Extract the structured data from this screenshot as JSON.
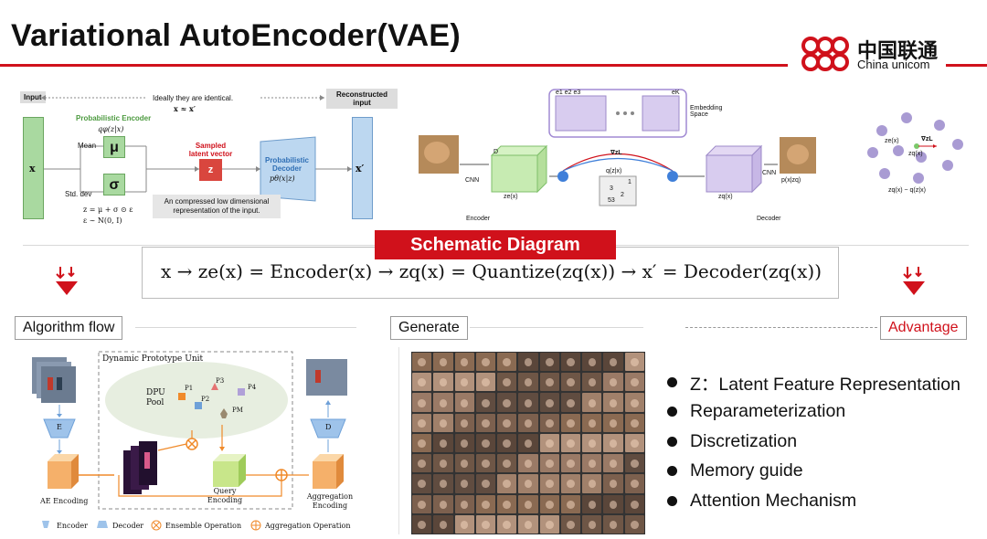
{
  "slide_title": "Variational AutoEncoder(VAE)",
  "logo": {
    "cn": "中国联通",
    "en": "China unicom"
  },
  "vae_diagram": {
    "input_label": "Input",
    "reconstructed_label": "Reconstructed input",
    "identical_note": "Ideally they are identical.",
    "identical_formula": "x ≈ x′",
    "encoder_title": "Probabilistic Encoder",
    "encoder_formula": "qφ(z|x)",
    "mean_label": "Mean",
    "std_label": "Std. dev",
    "mu_symbol": "μ",
    "sigma_symbol": "σ",
    "x_symbol": "x",
    "x_prime_symbol": "x′",
    "z_symbol": "z",
    "sampled_label": "Sampled latent vector",
    "decoder_title": "Probabilistic Decoder",
    "decoder_formula": "pθ(x|z)",
    "z_formula": "z = μ + σ ⊙ ε",
    "eps_formula": "ε ∼ N(0, I)",
    "compressed_note": "An compressed low dimensional representation of the input."
  },
  "vqvae_diagram": {
    "embedding_space": "Embedding Space",
    "embedding_e1": "e1 e2 e3",
    "embedding_ek": "eK",
    "cnn_left": "CNN",
    "cnn_right": "CNN",
    "ze_label": "ze(x)",
    "zq_label": "zq(x)",
    "d_label": "D",
    "encoder_label": "Encoder",
    "decoder_label": "Decoder",
    "qzx_label": "q(z|x)",
    "grad_label": "∇zL",
    "p_label": "p(x|zq)",
    "grid_vals": [
      "1",
      "3",
      "2",
      "53"
    ]
  },
  "scatter_diagram": {
    "ze_label": "ze(x)",
    "grad_label": "∇zL",
    "zq_label": "zq(x)",
    "bottom_label": "zq(x) ~ q(z|x)"
  },
  "schematic_label": "Schematic Diagram",
  "formula": "x → ze(x) = Encoder(x) → zq(x) = Quantize(zq(x)) → x′ = Decoder(zq(x))",
  "sections": {
    "algorithm_flow": "Algorithm flow",
    "generate": "Generate",
    "advantage": "Advantage"
  },
  "flow_diagram": {
    "dpu_title": "Dynamic Prototype Unit",
    "dpu_pool": "DPU Pool",
    "protos": [
      "P1",
      "P2",
      "P3",
      "P4",
      "PM"
    ],
    "e_box": "E",
    "d_box": "D",
    "ae_encoding": "AE Encoding",
    "query_encoding": "Query Encoding",
    "aggregation_encoding": "Aggregation Encoding",
    "legend_encoder": "Encoder",
    "legend_decoder": "Decoder",
    "legend_ensemble": "Ensemble Operation",
    "legend_aggregation": "Aggregation Operation"
  },
  "advantages": [
    "Z：Latent Feature Representation",
    "Reparameterization",
    "Discretization",
    "Memory guide",
    "Attention Mechanism"
  ],
  "colors": {
    "brand_red": "#d0111b",
    "green_box": "#a9d9a0",
    "blue_box": "#bcd7f0",
    "purple": "#b9a6dd"
  }
}
